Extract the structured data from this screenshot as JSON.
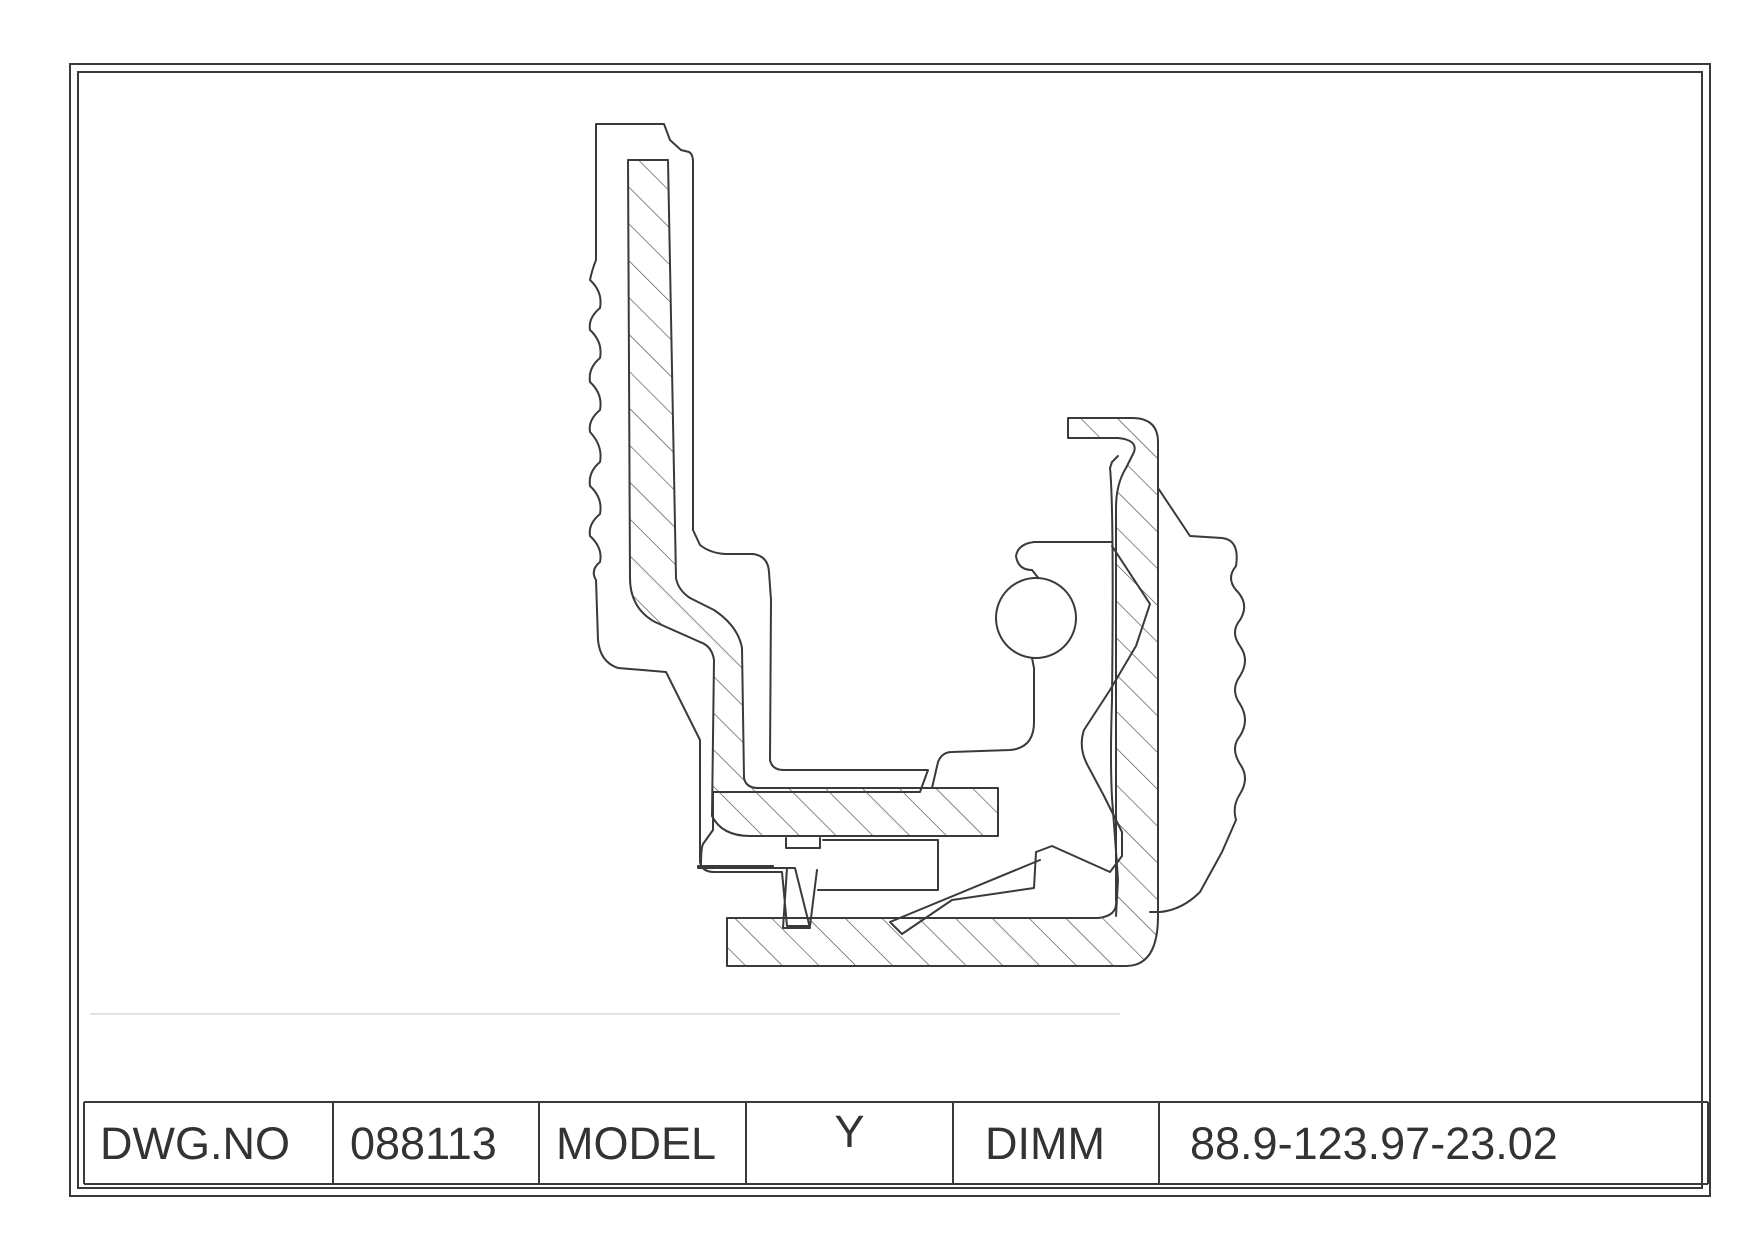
{
  "drawing": {
    "subject": "oil seal cross-section",
    "line_color": "#3a3a3a",
    "hatch_color": "#4a4a4a",
    "background_color": "#ffffff"
  },
  "title_block": {
    "drawing_number_label": "DWG.NO",
    "drawing_number_value": "088113",
    "model_label": "MODEL",
    "model_value": "Y",
    "dimension_label": "DIMM",
    "dimension_value": "88.9-123.97-23.02"
  }
}
